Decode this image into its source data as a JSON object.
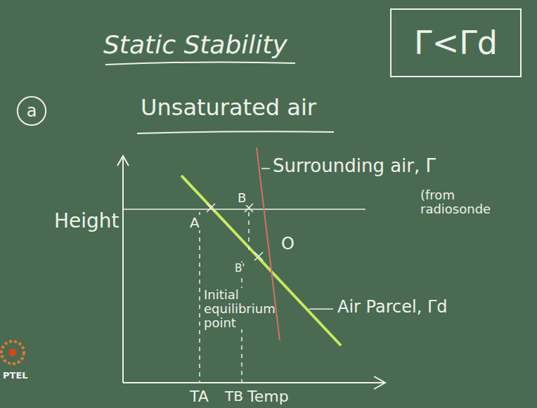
{
  "diagram": {
    "title": "Static Stability",
    "nodes": [
      {
        "text": [
          "Γ<Γd"
        ]
      },
      {
        "text": [
          "a"
        ]
      }
    ],
    "labels": [
      "Unsaturated air",
      "Surrounding air, Γ",
      "(from radiosonde",
      "Height",
      "A",
      "B",
      "O",
      "B'",
      "Initial equilibrium point",
      "Air Parcel, Γd",
      "TA",
      "TB",
      "Temp",
      "PTEL"
    ]
  }
}
